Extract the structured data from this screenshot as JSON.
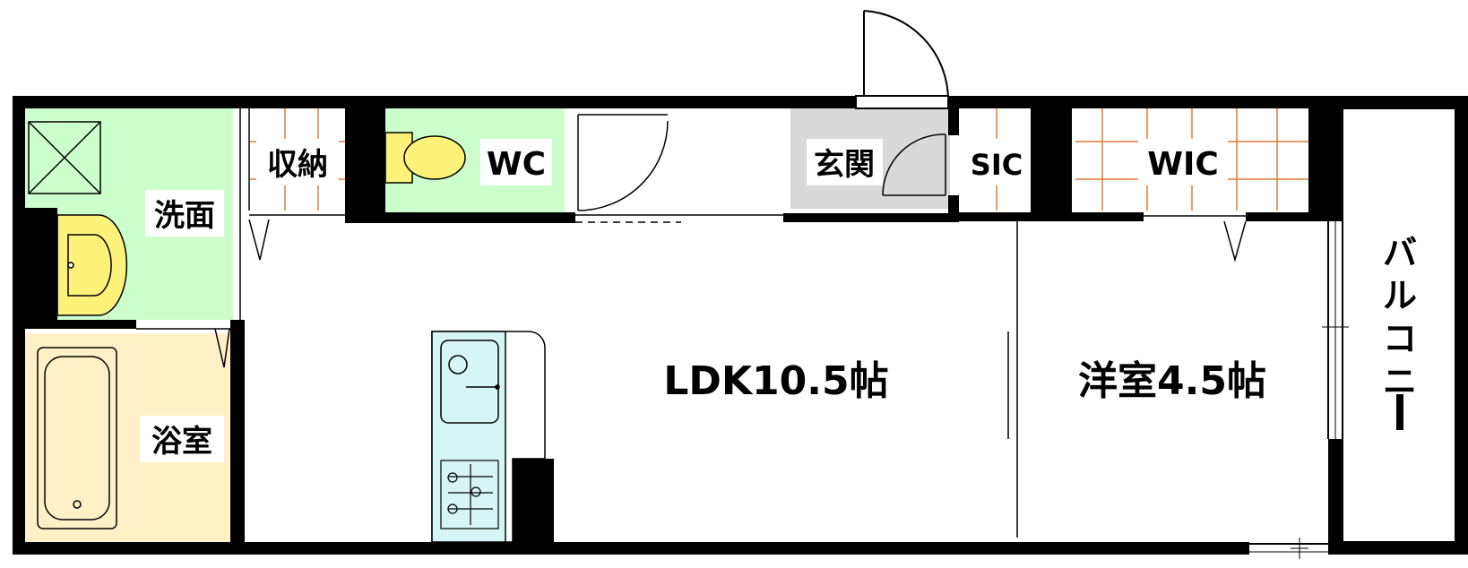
{
  "rooms": {
    "washroom": "洗面",
    "storage": "収納",
    "toilet": "WC",
    "entrance": "玄関",
    "sic": "SIC",
    "wic": "WIC",
    "bathroom": "浴室",
    "ldk": "LDK10.5帖",
    "western_room": "洋室4.5帖",
    "balcony": [
      "バ",
      "ル",
      "コ",
      "ニ",
      "ー"
    ]
  },
  "colors": {
    "wall": "#000000",
    "washroom_floor": "#ccffcc",
    "toilet_floor": "#ccffcc",
    "bathroom_floor": "#fff0c8",
    "entrance_floor": "#d9d9d9",
    "storage_grid": "#e07b39",
    "sink_fill": "#fff27a",
    "kitchen_fill": "#d6f5f5"
  }
}
